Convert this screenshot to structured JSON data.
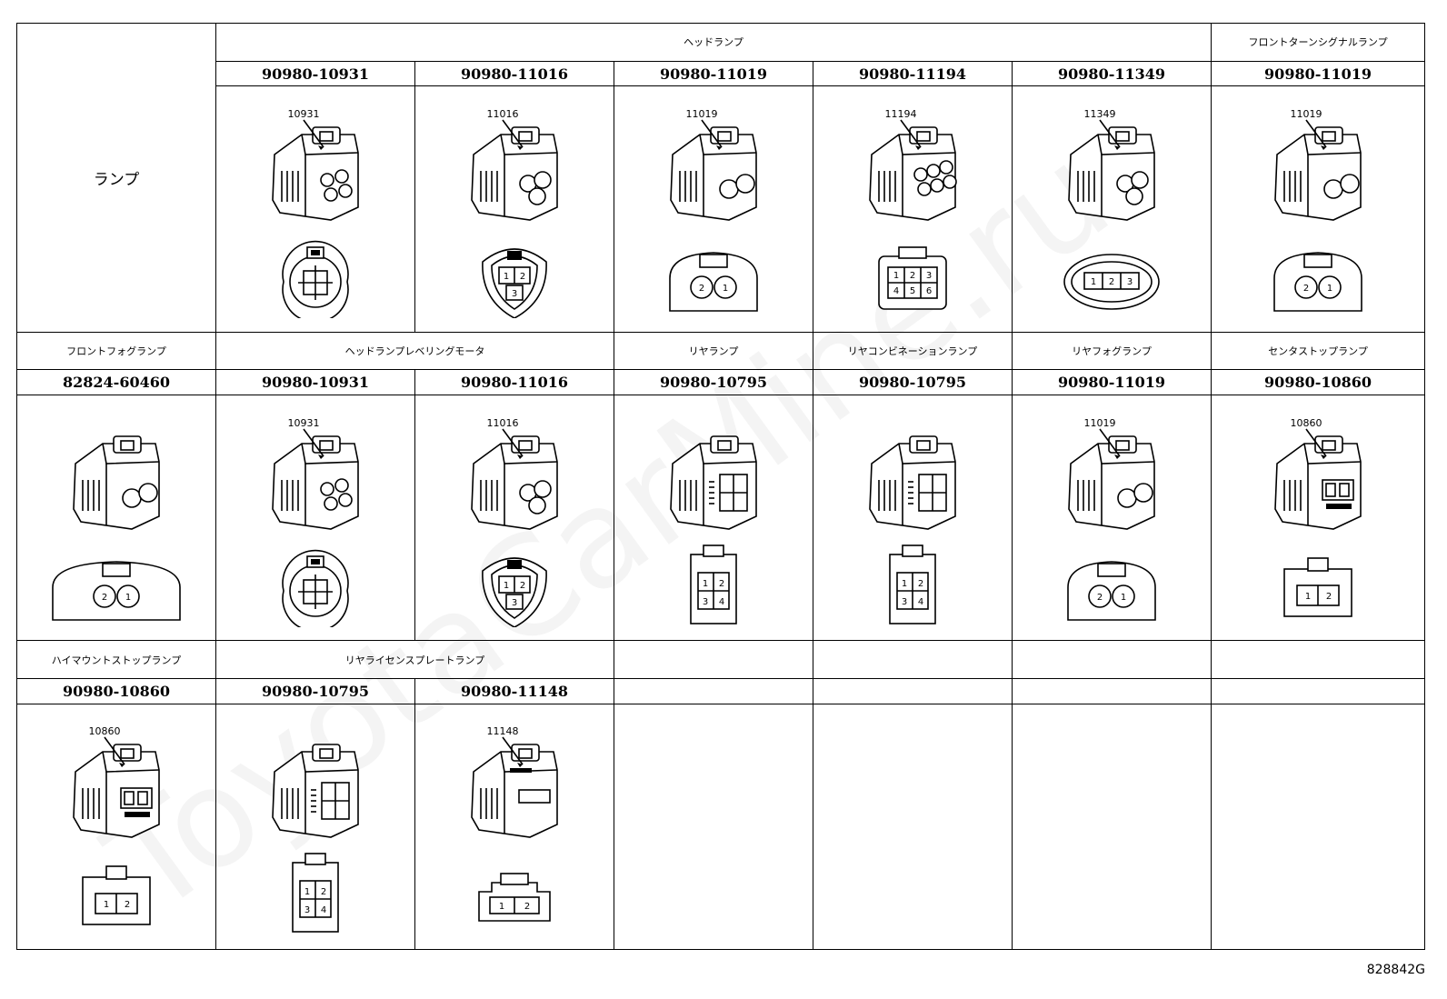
{
  "title_cell": "ランプ",
  "groups_row1": [
    {
      "label": "ヘッドランプ",
      "span": 5
    },
    {
      "label": "フロントターンシグナルランプ",
      "span": 1
    }
  ],
  "groups_row2": [
    {
      "label": "フロントフォグランプ",
      "span": 1
    },
    {
      "label": "ヘッドランプレベリングモータ",
      "span": 2
    },
    {
      "label": "リヤランプ",
      "span": 1
    },
    {
      "label": "リヤコンビネーションランプ",
      "span": 1
    },
    {
      "label": "リヤフォグランプ",
      "span": 1
    },
    {
      "label": "センタストップランプ",
      "span": 1
    }
  ],
  "groups_row3": [
    {
      "label": "ハイマウントストップランプ",
      "span": 1
    },
    {
      "label": "リヤライセンスプレートランプ",
      "span": 2
    },
    {
      "label": "",
      "span": 1
    },
    {
      "label": "",
      "span": 1
    },
    {
      "label": "",
      "span": 1
    },
    {
      "label": "",
      "span": 1
    }
  ],
  "parts_row1": [
    {
      "part": "90980-10931",
      "tag": "10931",
      "front": "round4"
    },
    {
      "part": "90980-11016",
      "tag": "11016",
      "front": "tri3",
      "pins": [
        "1",
        "2",
        "3"
      ]
    },
    {
      "part": "90980-11019",
      "tag": "11019",
      "front": "two",
      "pins": [
        "2",
        "1"
      ]
    },
    {
      "part": "90980-11194",
      "tag": "11194",
      "front": "six",
      "pins": [
        "1",
        "2",
        "3",
        "4",
        "5",
        "6"
      ]
    },
    {
      "part": "90980-11349",
      "tag": "11349",
      "front": "oval3",
      "pins": [
        "1",
        "2",
        "3"
      ]
    },
    {
      "part": "90980-11019",
      "tag": "11019",
      "front": "two",
      "pins": [
        "2",
        "1"
      ]
    }
  ],
  "parts_row2": [
    {
      "part": "82824-60460",
      "tag": "",
      "front": "fog2",
      "pins": [
        "2",
        "1"
      ]
    },
    {
      "part": "90980-10931",
      "tag": "10931",
      "front": "round4"
    },
    {
      "part": "90980-11016",
      "tag": "11016",
      "front": "tri3",
      "pins": [
        "1",
        "2",
        "3"
      ]
    },
    {
      "part": "90980-10795",
      "tag": "",
      "front": "four",
      "pins": [
        "1",
        "2",
        "3",
        "4"
      ]
    },
    {
      "part": "90980-10795",
      "tag": "",
      "front": "four",
      "pins": [
        "1",
        "2",
        "3",
        "4"
      ]
    },
    {
      "part": "90980-11019",
      "tag": "11019",
      "front": "two",
      "pins": [
        "2",
        "1"
      ]
    },
    {
      "part": "90980-10860",
      "tag": "10860",
      "front": "twoline",
      "pins": [
        "1",
        "2"
      ]
    }
  ],
  "parts_row3": [
    {
      "part": "90980-10860",
      "tag": "10860",
      "front": "twoline",
      "pins": [
        "1",
        "2"
      ]
    },
    {
      "part": "90980-10795",
      "tag": "",
      "front": "four",
      "pins": [
        "1",
        "2",
        "3",
        "4"
      ]
    },
    {
      "part": "90980-11148",
      "tag": "11148",
      "front": "flat2",
      "pins": [
        "1",
        "2"
      ]
    },
    {
      "part": "",
      "tag": "",
      "front": ""
    },
    {
      "part": "",
      "tag": "",
      "front": ""
    },
    {
      "part": "",
      "tag": "",
      "front": ""
    },
    {
      "part": "",
      "tag": "",
      "front": ""
    }
  ],
  "doc_code": "828842G",
  "watermark": "ToyotaCarMine.ru"
}
